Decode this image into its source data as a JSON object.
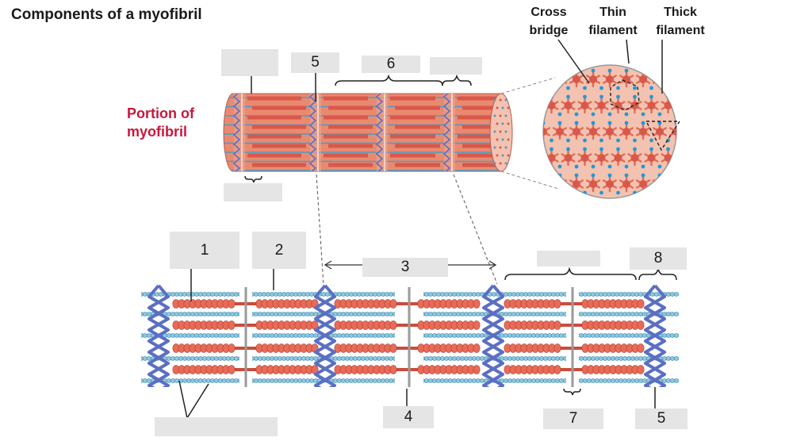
{
  "title": "Components of a myofibril",
  "myofibril_label": [
    "Portion of",
    "myofibril"
  ],
  "cross_section_labels": {
    "cross_bridge": [
      "Cross",
      "bridge"
    ],
    "thin_filament": [
      "Thin",
      "filament"
    ],
    "thick_filament": [
      "Thick",
      "filament"
    ]
  },
  "boxes": [
    "",
    "5",
    "6",
    "",
    "",
    "1",
    "2",
    "3",
    "",
    "8",
    "4",
    "7",
    "5",
    ""
  ],
  "colors": {
    "myofibril_fill": "#e98a70",
    "myosin": "#d9584a",
    "actin": "#4a9cc8",
    "z_disc": "#5b6fc2",
    "title_red": "#c8173c",
    "label_box": "#e5e5e5",
    "circle_fill": "#f3c2b0"
  }
}
